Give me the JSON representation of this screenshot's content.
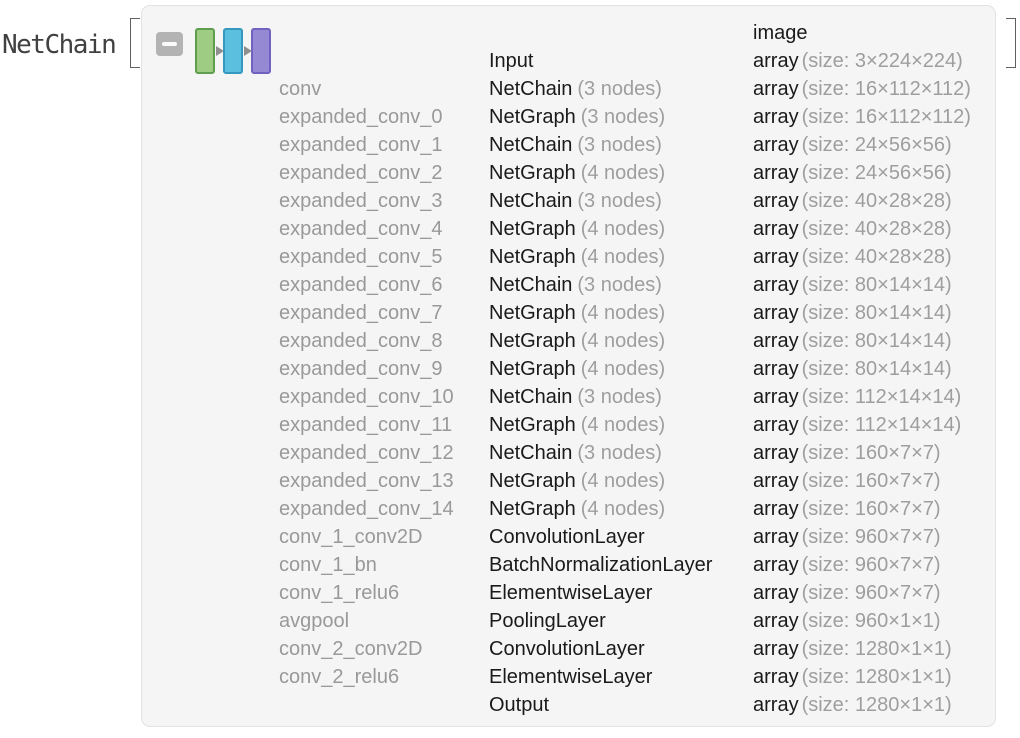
{
  "header": {
    "function_name": "NetChain",
    "open_bracket": "[",
    "close_bracket": "]"
  },
  "panel": {
    "background_color": "#f5f5f5",
    "collapse_button": {
      "icon": "minus-icon",
      "color": "#b3b3b3"
    },
    "net_diagram": {
      "arrow_color": "#8f8f8f",
      "bars": [
        {
          "label": "green-layer-bar",
          "fill": "#9fcc83",
          "stroke": "#5f9e4e"
        },
        {
          "label": "blue-layer-bar",
          "fill": "#5bc0df",
          "stroke": "#3598be"
        },
        {
          "label": "purple-layer-bar",
          "fill": "#9689d3",
          "stroke": "#7162c1"
        }
      ]
    }
  },
  "table": {
    "columns": [
      "layer-name",
      "layer-type",
      "output-size"
    ],
    "rows": [
      {
        "name": "",
        "type": "",
        "nodes": "",
        "value": "image",
        "size": ""
      },
      {
        "name": "",
        "type": "Input",
        "nodes": "",
        "value": "array",
        "size": "(size: 3×224×224)"
      },
      {
        "name": "conv",
        "type": "NetChain",
        "nodes": "(3 nodes)",
        "value": "array",
        "size": "(size: 16×112×112)"
      },
      {
        "name": "expanded_conv_0",
        "type": "NetGraph",
        "nodes": "(3 nodes)",
        "value": "array",
        "size": "(size: 16×112×112)"
      },
      {
        "name": "expanded_conv_1",
        "type": "NetChain",
        "nodes": "(3 nodes)",
        "value": "array",
        "size": "(size: 24×56×56)"
      },
      {
        "name": "expanded_conv_2",
        "type": "NetGraph",
        "nodes": "(4 nodes)",
        "value": "array",
        "size": "(size: 24×56×56)"
      },
      {
        "name": "expanded_conv_3",
        "type": "NetChain",
        "nodes": "(3 nodes)",
        "value": "array",
        "size": "(size: 40×28×28)"
      },
      {
        "name": "expanded_conv_4",
        "type": "NetGraph",
        "nodes": "(4 nodes)",
        "value": "array",
        "size": "(size: 40×28×28)"
      },
      {
        "name": "expanded_conv_5",
        "type": "NetGraph",
        "nodes": "(4 nodes)",
        "value": "array",
        "size": "(size: 40×28×28)"
      },
      {
        "name": "expanded_conv_6",
        "type": "NetChain",
        "nodes": "(3 nodes)",
        "value": "array",
        "size": "(size: 80×14×14)"
      },
      {
        "name": "expanded_conv_7",
        "type": "NetGraph",
        "nodes": "(4 nodes)",
        "value": "array",
        "size": "(size: 80×14×14)"
      },
      {
        "name": "expanded_conv_8",
        "type": "NetGraph",
        "nodes": "(4 nodes)",
        "value": "array",
        "size": "(size: 80×14×14)"
      },
      {
        "name": "expanded_conv_9",
        "type": "NetGraph",
        "nodes": "(4 nodes)",
        "value": "array",
        "size": "(size: 80×14×14)"
      },
      {
        "name": "expanded_conv_10",
        "type": "NetChain",
        "nodes": "(3 nodes)",
        "value": "array",
        "size": "(size: 112×14×14)"
      },
      {
        "name": "expanded_conv_11",
        "type": "NetGraph",
        "nodes": "(4 nodes)",
        "value": "array",
        "size": "(size: 112×14×14)"
      },
      {
        "name": "expanded_conv_12",
        "type": "NetChain",
        "nodes": "(3 nodes)",
        "value": "array",
        "size": "(size: 160×7×7)"
      },
      {
        "name": "expanded_conv_13",
        "type": "NetGraph",
        "nodes": "(4 nodes)",
        "value": "array",
        "size": "(size: 160×7×7)"
      },
      {
        "name": "expanded_conv_14",
        "type": "NetGraph",
        "nodes": "(4 nodes)",
        "value": "array",
        "size": "(size: 160×7×7)"
      },
      {
        "name": "conv_1_conv2D",
        "type": "ConvolutionLayer",
        "nodes": "",
        "value": "array",
        "size": "(size: 960×7×7)"
      },
      {
        "name": "conv_1_bn",
        "type": "BatchNormalizationLayer",
        "nodes": "",
        "value": "array",
        "size": "(size: 960×7×7)"
      },
      {
        "name": "conv_1_relu6",
        "type": "ElementwiseLayer",
        "nodes": "",
        "value": "array",
        "size": "(size: 960×7×7)"
      },
      {
        "name": "avgpool",
        "type": "PoolingLayer",
        "nodes": "",
        "value": "array",
        "size": "(size: 960×1×1)"
      },
      {
        "name": "conv_2_conv2D",
        "type": "ConvolutionLayer",
        "nodes": "",
        "value": "array",
        "size": "(size: 1280×1×1)"
      },
      {
        "name": "conv_2_relu6",
        "type": "ElementwiseLayer",
        "nodes": "",
        "value": "array",
        "size": "(size: 1280×1×1)"
      },
      {
        "name": "",
        "type": "Output",
        "nodes": "",
        "value": "array",
        "size": "(size: 1280×1×1)"
      }
    ]
  }
}
